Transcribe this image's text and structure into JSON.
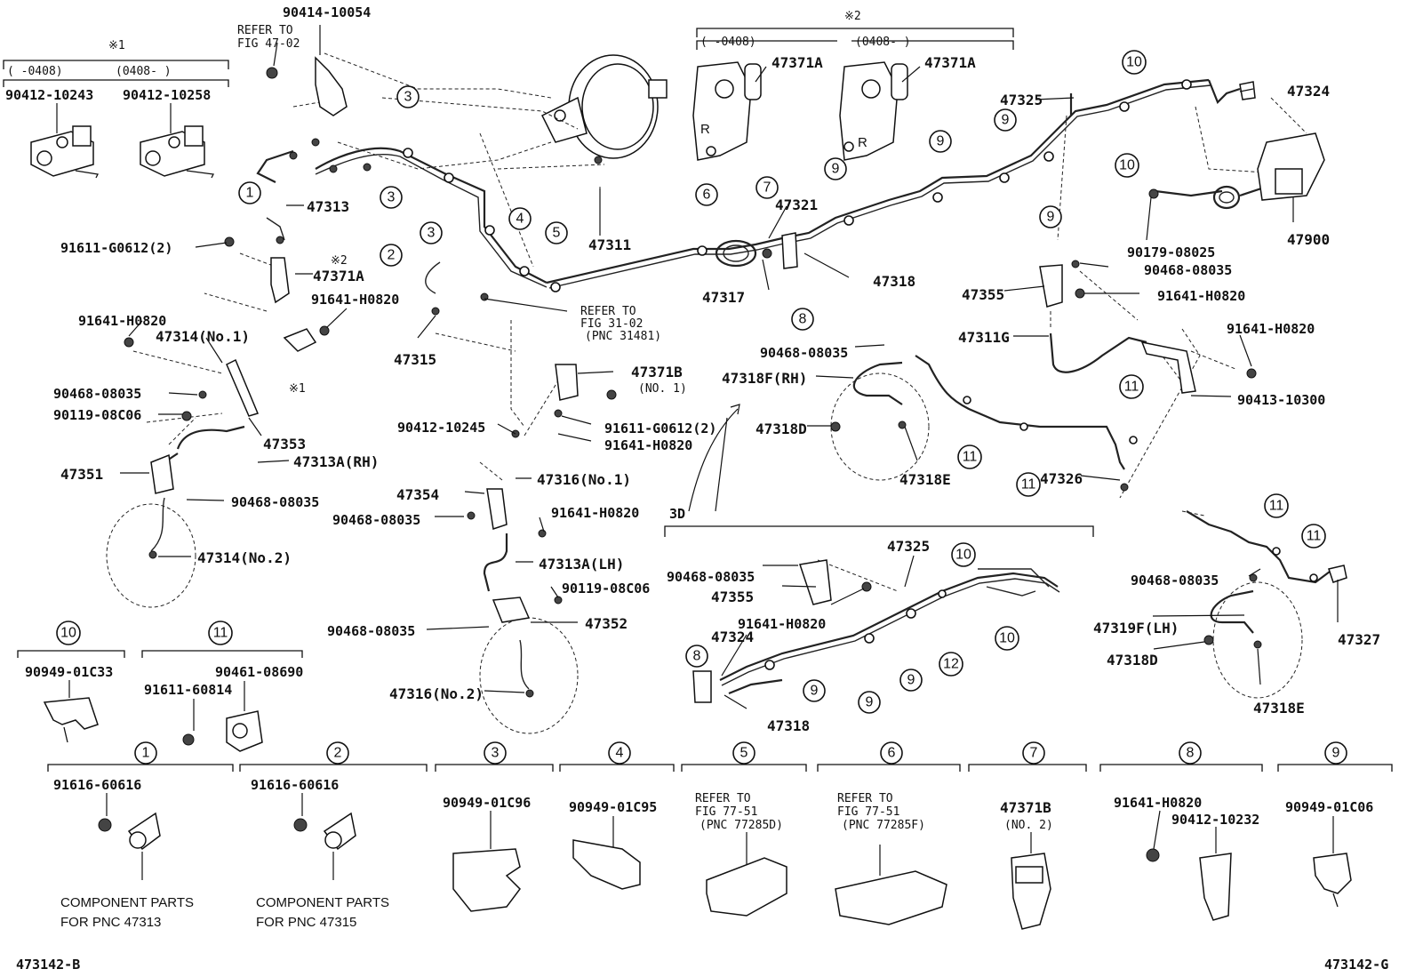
{
  "codes": {
    "left": "473142-B",
    "right": "473142-G"
  },
  "notes": {
    "mark1": "※1",
    "mark2": "※2",
    "range_pre": "(   -0408)",
    "range_post": "(0408-   )",
    "range_pre_b": "(    -0408)",
    "range_post_b": "(0408-      )"
  },
  "top_left": {
    "part_a": "90412-10243",
    "part_b": "90412-10258"
  },
  "labels": {
    "p90414": "90414-10054",
    "refer47_1": "REFER TO",
    "refer47_2": "FIG 47-02",
    "p47313": "47313",
    "p91611a": "91611-G0612(2)",
    "p47371A_mark": "※2",
    "p47371A_a": "47371A",
    "p91641a": "91641-H0820",
    "p91641b": "91641-H0820",
    "p47314no1": "47314(No.1)",
    "p90468a": "90468-08035",
    "p90119a": "90119-08C06",
    "p47353": "47353",
    "p47351": "47351",
    "p47313A_rh": "47313A(RH)",
    "p90468b": "90468-08035",
    "p47314no2": "47314(No.2)",
    "p47311": "47311",
    "refer31_1": "REFER TO",
    "refer31_2": "FIG 31-02",
    "refer31_3": "(PNC 31481)",
    "p47315": "47315",
    "p47371B": "47371B",
    "p47371B_no": "(NO. 1)",
    "p90412_245": "90412-10245",
    "p91611b": "91611-G0612(2)",
    "p91641c": "91641-H0820",
    "p47316no1": "47316(No.1)",
    "p47354": "47354",
    "p90468c": "90468-08035",
    "p91641d": "91641-H0820",
    "p47313A_lh": "47313A(LH)",
    "p90119b": "90119-08C06",
    "p90468d": "90468-08035",
    "p47352": "47352",
    "p47316no2": "47316(No.2)",
    "p47371A_b": "47371A",
    "p47371A_c": "47371A",
    "p47321": "47321",
    "p47317": "47317",
    "p47318": "47318",
    "p47325": "47325",
    "p47324": "47324",
    "p47900": "47900",
    "p90179": "90179-08025",
    "p90468e": "90468-08035",
    "p47355": "47355",
    "p91641e": "91641-H0820",
    "p47311G": "47311G",
    "p91641f": "91641-H0820",
    "p90413": "90413-10300",
    "p90468f": "90468-08035",
    "p47318F_rh": "47318F(RH)",
    "p47318D_a": "47318D",
    "p47318E_a": "47318E",
    "p47326": "47326",
    "label3d": "3D",
    "p47325b": "47325",
    "p90468g": "90468-08035",
    "p47355b": "47355",
    "p91641g": "91641-H0820",
    "p47324b": "47324",
    "p47318b": "47318",
    "p90468h": "90468-08035",
    "p47319F": "47319F(LH)",
    "p47318D_b": "47318D",
    "p47318E_b": "47318E",
    "p47327": "47327"
  },
  "legend_top": [
    {
      "num": "10",
      "parts": [
        "90949-01C33"
      ]
    },
    {
      "num": "11",
      "parts": [
        "90461-08690",
        "91611-60814"
      ]
    }
  ],
  "legend": [
    {
      "num": "1",
      "parts": [
        "91616-60616"
      ],
      "note1": "COMPONENT PARTS",
      "note2": "FOR PNC 47313"
    },
    {
      "num": "2",
      "parts": [
        "91616-60616"
      ],
      "note1": "COMPONENT PARTS",
      "note2": "FOR PNC 47315"
    },
    {
      "num": "3",
      "parts": [
        "90949-01C96"
      ]
    },
    {
      "num": "4",
      "parts": [
        "90949-01C95"
      ]
    },
    {
      "num": "5",
      "refer": [
        "REFER TO",
        "FIG 77-51",
        "(PNC 77285D)"
      ]
    },
    {
      "num": "6",
      "refer": [
        "REFER TO",
        "FIG 77-51",
        "(PNC 77285F)"
      ]
    },
    {
      "num": "7",
      "parts": [
        "47371B",
        "(NO. 2)"
      ]
    },
    {
      "num": "8",
      "parts": [
        "91641-H0820",
        "90412-10232"
      ]
    },
    {
      "num": "9",
      "parts": [
        "90949-01C06"
      ]
    }
  ]
}
